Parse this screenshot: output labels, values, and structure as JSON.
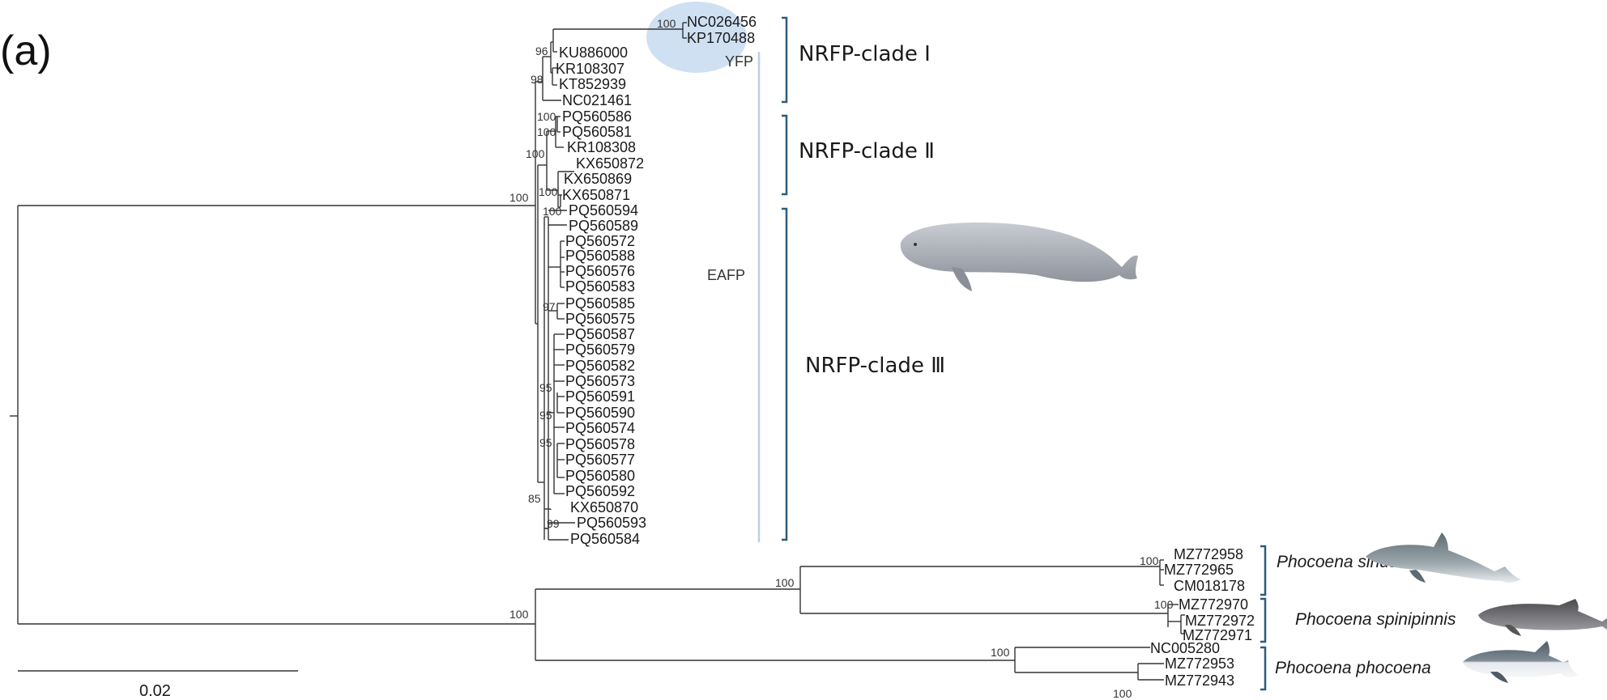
{
  "panel_label": "(a)",
  "scale_bar": {
    "label": "0.02"
  },
  "clades": [
    {
      "key": "c1",
      "label": "NRFP-clade Ⅰ"
    },
    {
      "key": "c2",
      "label": "NRFP-clade Ⅱ"
    },
    {
      "key": "c3",
      "label": "NRFP-clade Ⅲ"
    }
  ],
  "population_labels": {
    "yfp": "YFP",
    "eafp": "EAFP"
  },
  "species": [
    {
      "key": "sinus",
      "label": "Phocoena sinus"
    },
    {
      "key": "spinipinnis",
      "label": "Phocoena spinipinnis"
    },
    {
      "key": "phocoena",
      "label": "Phocoena phocoena"
    }
  ],
  "taxa": [
    "NC026456",
    "KP170488",
    "KU886000",
    "KR108307",
    "KT852939",
    "NC021461",
    "PQ560586",
    "PQ560581",
    "KR108308",
    "KX650872",
    "KX650869",
    "KX650871",
    "PQ560594",
    "PQ560589",
    "PQ560572",
    "PQ560588",
    "PQ560576",
    "PQ560583",
    "PQ560585",
    "PQ560575",
    "PQ560587",
    "PQ560579",
    "PQ560582",
    "PQ560573",
    "PQ560591",
    "PQ560590",
    "PQ560574",
    "PQ560578",
    "PQ560577",
    "PQ560580",
    "PQ560592",
    "KX650870",
    "PQ560593",
    "PQ560584",
    "MZ772958",
    "MZ772965",
    "CM018178",
    "MZ772970",
    "MZ772972",
    "MZ772971",
    "NC005280",
    "MZ772953",
    "MZ772943"
  ],
  "support_values": [
    "100",
    "96",
    "98",
    "100",
    "100",
    "100",
    "100",
    "100",
    "100",
    "97",
    "95",
    "95",
    "95",
    "85",
    "99",
    "100",
    "100",
    "100",
    "100",
    "100",
    "100",
    "100"
  ],
  "colors": {
    "branch": "#333333",
    "bracket": "#2e5c7a",
    "yfp_highlight": "#cfe0f3",
    "population_line": "#b8d0ea"
  },
  "icons": [
    "finless-porpoise-icon",
    "vaquita-icon",
    "burmeister-porpoise-icon",
    "harbour-porpoise-icon"
  ]
}
